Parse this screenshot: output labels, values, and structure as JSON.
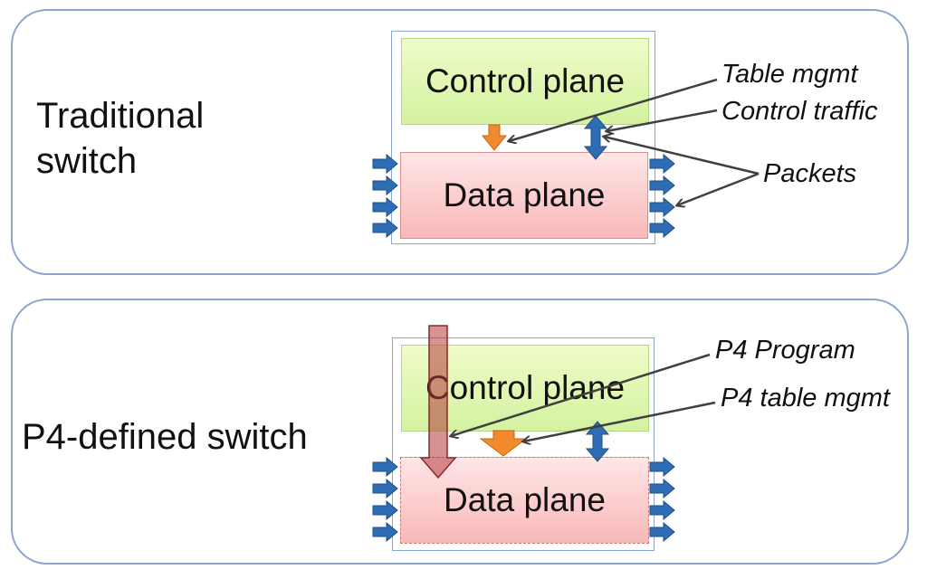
{
  "panels": {
    "traditional": {
      "label_line1": "Traditional",
      "label_line2": "switch",
      "control_plane": "Control plane",
      "data_plane": "Data plane",
      "callouts": {
        "table_mgmt": "Table mgmt",
        "control_traffic": "Control traffic",
        "packets": "Packets"
      }
    },
    "p4": {
      "label": "P4-defined switch",
      "control_plane": "Control plane",
      "data_plane": "Data plane",
      "callouts": {
        "p4_program": "P4 Program",
        "p4_table_mgmt": "P4 table mgmt"
      }
    }
  },
  "colors": {
    "panel_border": "#8aa4cc",
    "control_fill": "#d4f2a0",
    "data_fill": "#f8b8b8",
    "packet_arrow": "#2e6db4",
    "mgmt_arrow": "#f08a2c",
    "program_arrow": "#b33a3a",
    "callout_line": "#404040"
  }
}
